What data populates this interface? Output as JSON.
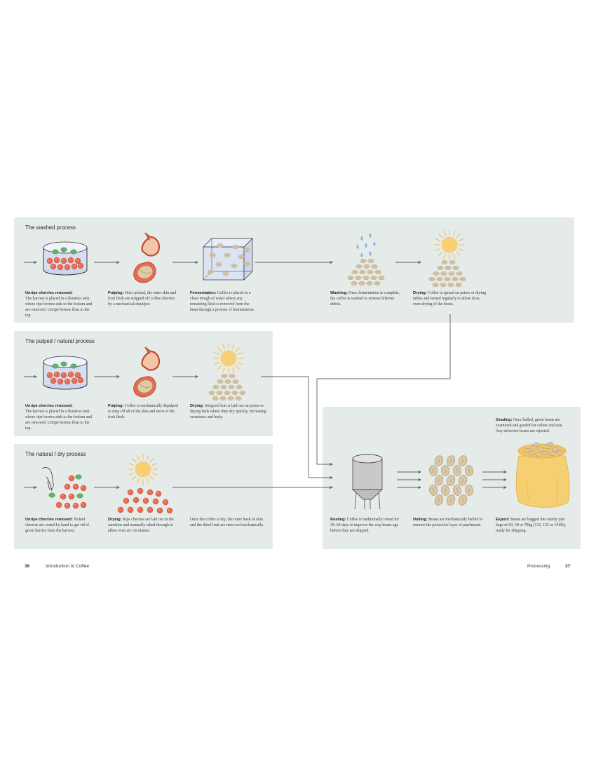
{
  "panels": {
    "washed": {
      "title": "The washed process"
    },
    "pulped": {
      "title": "The pulped / natural process"
    },
    "natural": {
      "title": "The natural / dry process"
    }
  },
  "captions": {
    "washed_unripe": {
      "bold": "Unripe cherries removed:",
      "text": " The harvest is placed in a flotation tank where ripe berries sink to the bottom and are removed. Unripe berries float to the top."
    },
    "washed_pulping": {
      "bold": "Pulping:",
      "text": " Once picked, the outer skin and fruit flesh are stripped off coffee cherries by a mechanical depulper."
    },
    "washed_fermentation": {
      "bold": "Fermentation:",
      "text": " Coffee is placed in a clean trough of water where any remaining flesh is removed from the bean through a process of fermentation."
    },
    "washed_washing": {
      "bold": "Washing:",
      "text": " Once fermentation is complete, the coffee is washed to remove leftover debris."
    },
    "washed_drying": {
      "bold": "Drying:",
      "text": " Coffee is spread on patios or drying tables and turned regularly to allow slow, even drying of the beans."
    },
    "pulped_unripe": {
      "bold": "Unripe cherries removed:",
      "text": " The harvest is placed in a flotation tank where ripe berries sink to the bottom and are removed. Unripe berries float to the top."
    },
    "pulped_pulping": {
      "bold": "Pulping:",
      "text": " Coffee is mechanically depulped to strip off all of the skin and most of the fruit flesh."
    },
    "pulped_drying": {
      "bold": "Drying:",
      "text": " Stripped fruit is laid out on patios or drying beds where they dry quickly, increasing sweetness and body."
    },
    "natural_unripe": {
      "bold": "Unripe cherries removed:",
      "text": " Picked cherries are sorted by hand to get rid of green berries from the harvest."
    },
    "natural_drying": {
      "bold": "Drying:",
      "text": " Ripe cherries are laid out in the sunshine and manually raked through to allow even air circulation."
    },
    "natural_husk": {
      "bold": "",
      "text": "Once the coffee is dry, the outer husk of skin and the dried fruit are removed mechanically."
    },
    "grading": {
      "bold": "Grading:",
      "text": " Once hulled, green beans are examined and graded for colour and size. Any defective beans are rejected."
    },
    "resting": {
      "bold": "Resting:",
      "text": " Coffee is traditionally rested for 30–60 days to improve the way beans age before they are shipped."
    },
    "hulling": {
      "bold": "Hulling:",
      "text": " Beans are mechanically hulled to remove the protective layer of parchment."
    },
    "export": {
      "bold": "Export:",
      "text": " Beans are bagged into sturdy jute bags of 60, 69 or 70kg (132, 152 or 154lb), ready for shipping."
    }
  },
  "footer": {
    "left_page": "36",
    "left_label": "Introduction to Coffee",
    "right_label": "Processing",
    "right_page": "37"
  },
  "colors": {
    "panel_bg": "#e4ebe8",
    "cherry_red": "#e86a50",
    "cherry_green": "#5fb36b",
    "bean": "#d9c8a8",
    "sun": "#f8d073",
    "water_drop": "#7fb3e0",
    "bag": "#f6cf72"
  }
}
